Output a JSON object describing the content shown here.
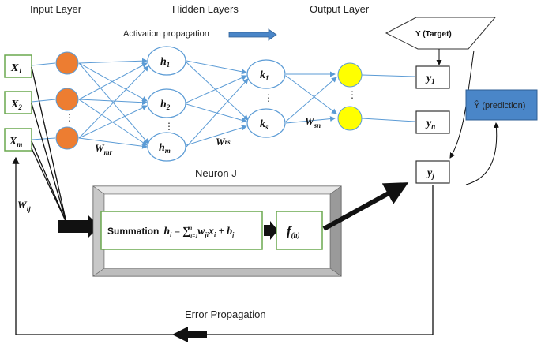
{
  "titles": {
    "input_layer": "Input Layer",
    "hidden_layers": "Hidden Layers",
    "output_layer": "Output Layer",
    "activation_propagation": "Activation propagation",
    "neuron_j": "Neuron J",
    "error_propagation": "Error Propagation"
  },
  "inputs": {
    "x1": {
      "base": "X",
      "sub": "1"
    },
    "x2": {
      "base": "X",
      "sub": "2"
    },
    "xm": {
      "base": "X",
      "sub": "m"
    },
    "dots": "⋮"
  },
  "hidden1": {
    "h1": {
      "base": "h",
      "sub": "1"
    },
    "h2": {
      "base": "h",
      "sub": "2"
    },
    "hm": {
      "base": "h",
      "sub": "m"
    },
    "dots": "⋮"
  },
  "hidden2": {
    "k1": {
      "base": "k",
      "sub": "1"
    },
    "ks": {
      "base": "k",
      "sub": "s"
    },
    "dots": "⋮"
  },
  "output_dots": "⋮",
  "outputs": {
    "y1": {
      "base": "y",
      "sub": "1"
    },
    "yn": {
      "base": "y",
      "sub": "n"
    },
    "yj": {
      "base": "y",
      "sub": "j"
    }
  },
  "weights": {
    "wmr": {
      "base": "W",
      "sub": "mr"
    },
    "wrs": {
      "base": "W",
      "sub": "rs"
    },
    "wsn": {
      "base": "W",
      "sub": "sn"
    },
    "wij": {
      "base": "W",
      "sub": "ij"
    }
  },
  "target_label": "Y (Target)",
  "prediction_label": "Ŷ (prediction)",
  "summation": {
    "word": "Summation",
    "h": "h",
    "h_sub": "i",
    "eq": " = ",
    "sum": "∑",
    "sum_sub": "i=1",
    "sum_sup": "m",
    "w": "w",
    "w_sub": "ji",
    "x": "x",
    "x_sub": "i",
    "plus": " + ",
    "b": "b",
    "b_sub": "j"
  },
  "activation": {
    "f": "f",
    "sub": "(h)"
  },
  "colors": {
    "input_box": "#6aa84f",
    "input_neuron": "#ed7d31",
    "output_neuron": "#ffff00",
    "connection": "#5b9bd5",
    "prediction_box": "#4a86c8",
    "activation_arrow": "#4a86c8",
    "frame": "#a6a6a6"
  }
}
